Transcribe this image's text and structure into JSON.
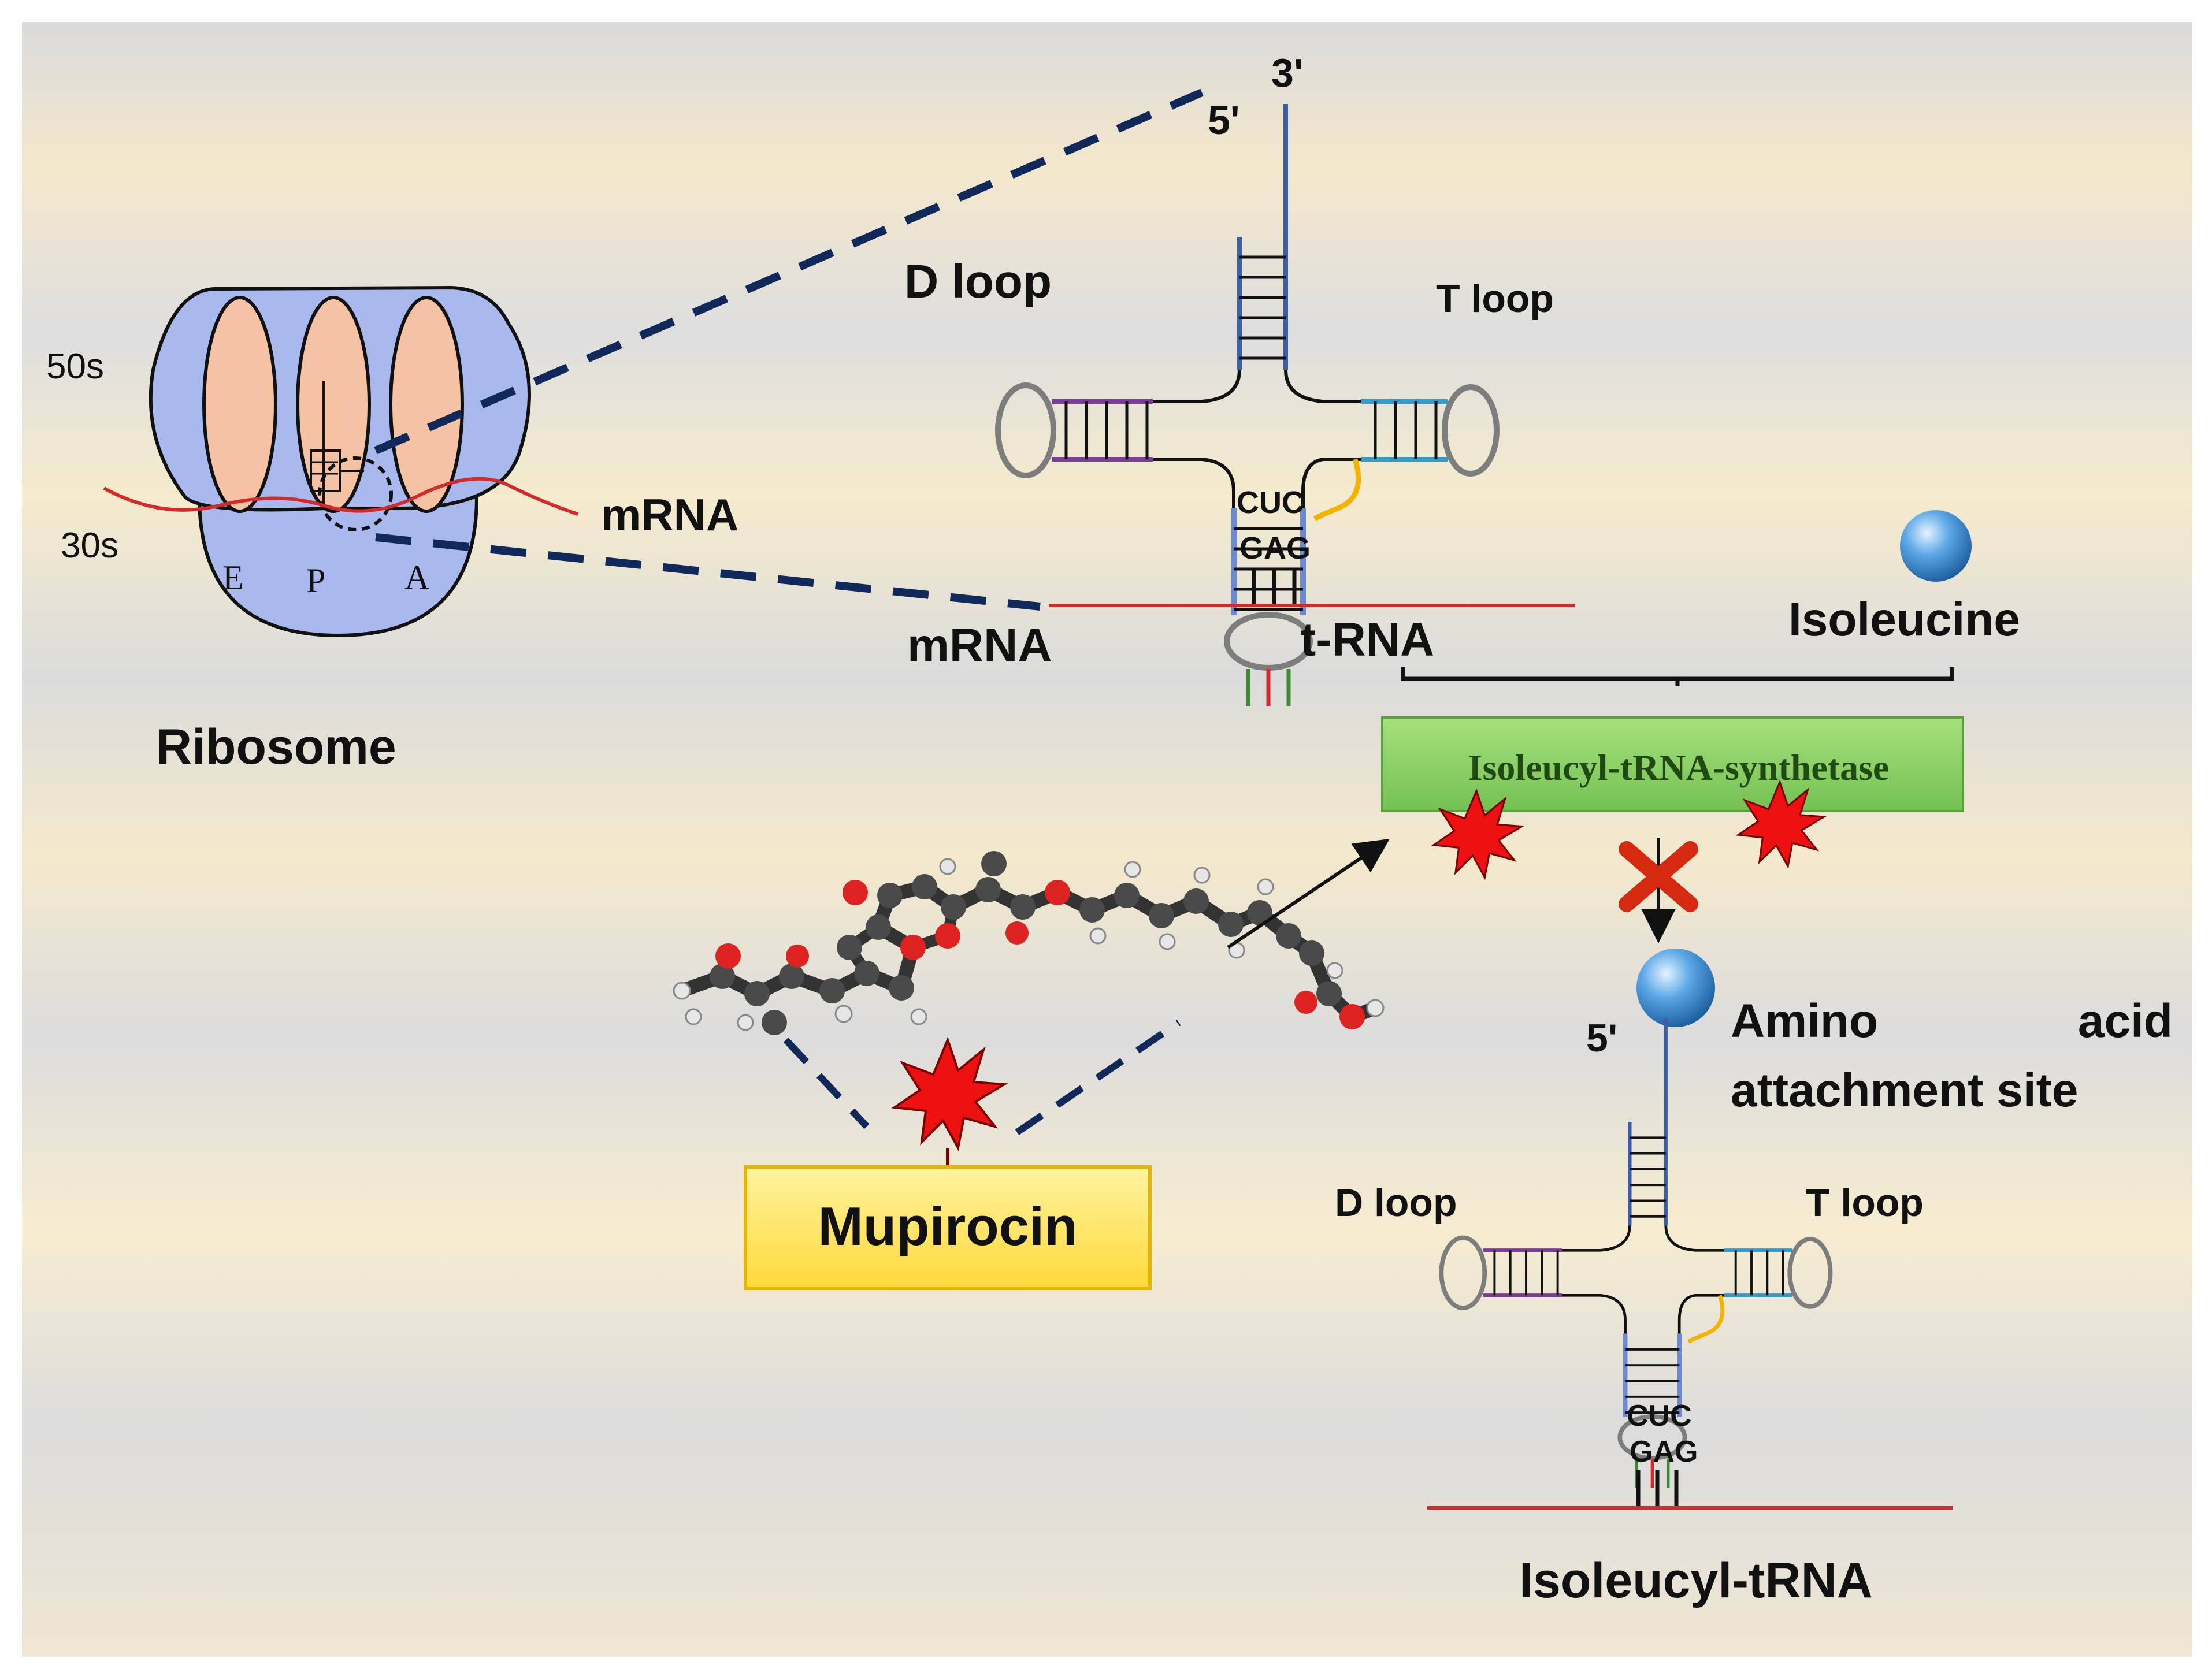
{
  "ribosome": {
    "large_subunit_label": "50s",
    "small_subunit_label": "30s",
    "site_e": "E",
    "site_p": "P",
    "site_a": "A",
    "mrna_label": "mRNA",
    "title": "Ribosome"
  },
  "trna_top": {
    "three_prime": "3'",
    "five_prime": "5'",
    "d_loop": "D loop",
    "t_loop": "T loop",
    "anticodon": "CUC",
    "codon": "GAG",
    "mrna_label": "mRNA",
    "trna_label": "t-RNA"
  },
  "isoleucine_label": "Isoleucine",
  "enzyme_label": "Isoleucyl-tRNA-synthetase",
  "drug_label": "Mupirocin",
  "trna_bottom": {
    "five_prime": "5'",
    "amino_site_line1_a": "Amino",
    "amino_site_line1_b": "acid",
    "amino_site_line2": "attachment site",
    "d_loop": "D loop",
    "t_loop": "T loop",
    "anticodon": "CUC",
    "codon": "GAG",
    "title": "Isoleucyl-tRNA"
  },
  "colors": {
    "dashed_line": "#10295a",
    "mrna_line": "#d42a2a",
    "enzyme_fill": "#8ed46a",
    "drug_box_fill": "#ffe566",
    "drug_box_border": "#e7b400",
    "ribosome_fill": "#a9b9ee",
    "ribosome_site": "#f5c3a4",
    "burst": "#ee1111",
    "inhibit_x": "#d62a10",
    "amino_ball": "#3f8fd6"
  }
}
